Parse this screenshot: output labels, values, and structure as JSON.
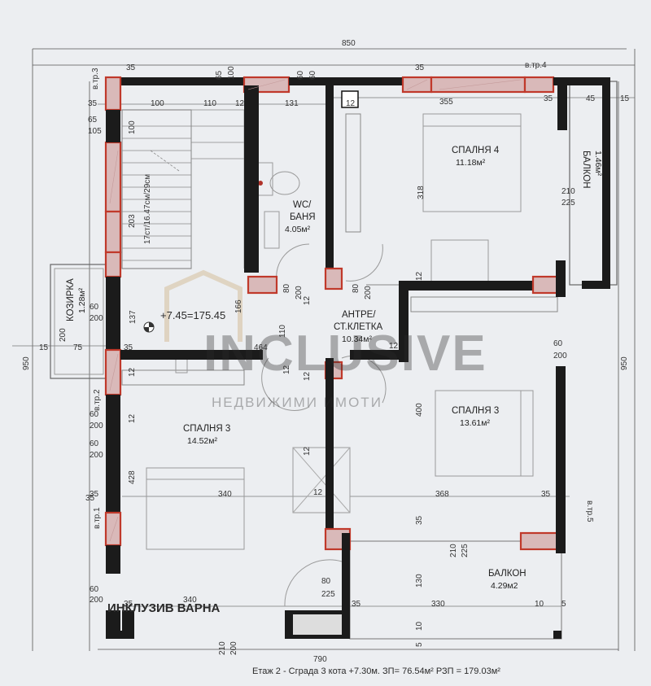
{
  "plan": {
    "rooms": [
      {
        "name": "СПАЛНЯ 4",
        "area": "11.18м²"
      },
      {
        "name": "БАЛКОН",
        "area": "1.46м²"
      },
      {
        "name": "WC/",
        "name2": "БАНЯ",
        "area": "4.05м²"
      },
      {
        "name": "КОЗИРКА",
        "area": "1.28м²"
      },
      {
        "name": "АНТРЕ/",
        "name2": "СТ.КЛЕТКА",
        "area": "10.34м²"
      },
      {
        "name": "СПАЛНЯ 3",
        "area": "13.61м²"
      },
      {
        "name": "СПАЛНЯ 3",
        "area": "14.52м²"
      },
      {
        "name": "БАЛКОН",
        "area": "4.29м2"
      }
    ],
    "level_mark": "+7.45=175.45",
    "stair_label": "17ст/16.47см/29см",
    "columns": [
      "в.тр.3",
      "в.тр.4",
      "в.тр.2",
      "в.тр.1",
      "в.тр.5"
    ],
    "dimensions": {
      "top_total": "850",
      "bottom_total": "790",
      "left_total": "950",
      "right_total": "950",
      "top_row": [
        "35",
        "65",
        "100",
        "60",
        "60",
        "35",
        "35",
        "45",
        "15"
      ],
      "second_row": [
        "35",
        "100",
        "110",
        "12",
        "131",
        "12",
        "355",
        "35",
        "45",
        "15"
      ],
      "misc": [
        "65",
        "105",
        "100",
        "203",
        "318",
        "210",
        "225",
        "12",
        "60",
        "200",
        "137",
        "166",
        "80",
        "200",
        "80",
        "200",
        "12",
        "12",
        "110",
        "464",
        "12",
        "12",
        "12",
        "75",
        "35",
        "15",
        "200",
        "60",
        "200",
        "400",
        "60",
        "200",
        "428",
        "340",
        "368",
        "35",
        "35",
        "12",
        "35",
        "210",
        "225",
        "130",
        "80",
        "225",
        "35",
        "340",
        "330",
        "10",
        "5",
        "35",
        "10",
        "5",
        "60",
        "200",
        "210",
        "200",
        "60",
        "200",
        "35",
        "12",
        "12"
      ]
    },
    "watermark": {
      "brand": "INCLUSIVE",
      "sub": "НЕДВИЖИМИ ИМОТИ"
    },
    "company": "ИНКЛУЗИВ ВАРНА",
    "footer": "Етаж 2 - Сграда 3 кота +7.30м.    ЗП= 76.54м² РЗП = 179.03м²"
  }
}
